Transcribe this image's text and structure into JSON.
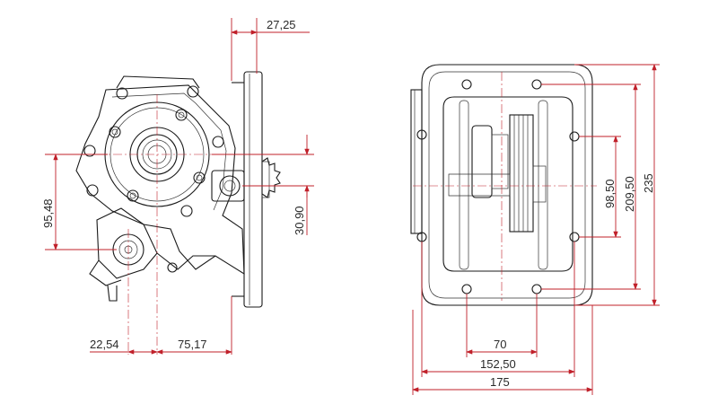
{
  "dimensions": {
    "left_view": {
      "top_offset": "27,25",
      "vertical_left": "95,48",
      "vertical_right": "30,90",
      "bottom_left": "22,54",
      "bottom_right": "75,17"
    },
    "right_view": {
      "height_inner": "98,50",
      "height_mid": "209,50",
      "height_outer": "235",
      "width_inner": "70",
      "width_mid": "152,50",
      "width_outer": "175"
    }
  },
  "colors": {
    "dimension_lines": "#c0202a",
    "part_lines": "#1a1a1a",
    "background": "#ffffff"
  }
}
